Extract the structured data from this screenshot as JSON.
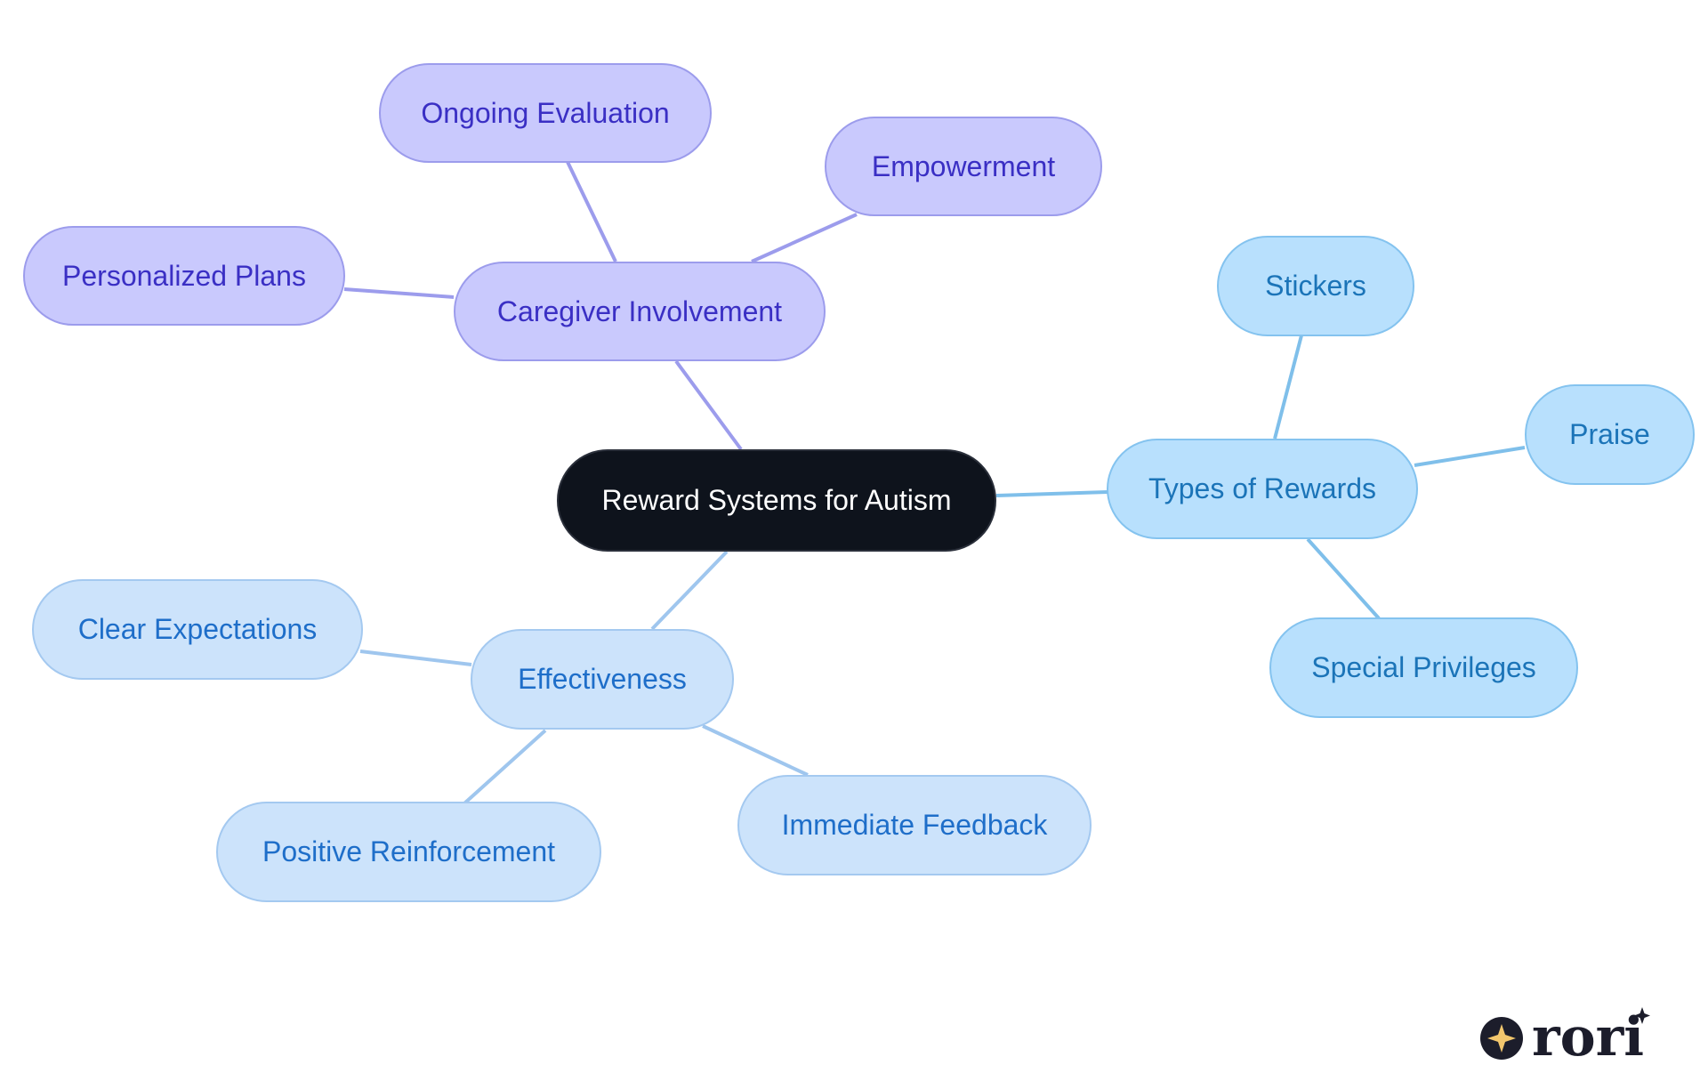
{
  "diagram": {
    "root": {
      "label": "Reward Systems for Autism"
    },
    "caregiver": {
      "label": "Caregiver Involvement",
      "children": [
        "Ongoing Evaluation",
        "Empowerment",
        "Personalized Plans"
      ]
    },
    "types": {
      "label": "Types of Rewards",
      "children": [
        "Stickers",
        "Praise",
        "Special Privileges"
      ]
    },
    "effectiveness": {
      "label": "Effectiveness",
      "children": [
        "Clear Expectations",
        "Positive Reinforcement",
        "Immediate Feedback"
      ]
    }
  },
  "colors": {
    "root_fill": "#0e131c",
    "purple_fill": "#c9c9fd",
    "purple_text": "#3a2fc4",
    "purple_edge": "#9c9cec",
    "blue_fill": "#b8e0fd",
    "blue_text": "#1b74b8",
    "blue_edge": "#7fbfea",
    "lightblue_fill": "#cce3fb",
    "lightblue_text": "#1e6ec9",
    "lightblue_edge": "#9fc6ee"
  },
  "logo": {
    "icon": "sparkle-star-icon",
    "wordmark": "rori"
  }
}
